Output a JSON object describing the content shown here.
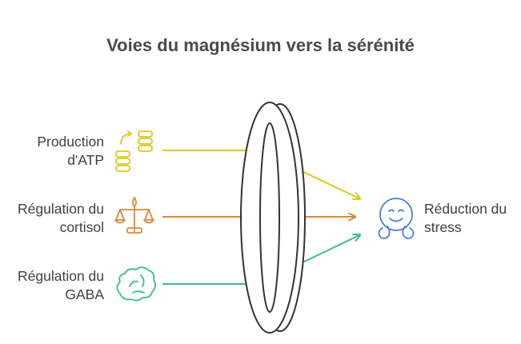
{
  "title": "Voies du magnésium vers la sérénité",
  "inputs": [
    {
      "line1": "Production",
      "line2": "d'ATP",
      "icon": "database-sync-icon",
      "color": "#d9c91e"
    },
    {
      "line1": "Régulation du",
      "line2": "cortisol",
      "icon": "balance-scale-icon",
      "color": "#d98a3a"
    },
    {
      "line1": "Régulation du",
      "line2": "GABA",
      "icon": "brain-icon",
      "color": "#3fbf7f"
    }
  ],
  "lens": {
    "icon": "lens-icon",
    "color": "#333333"
  },
  "output": {
    "line1": "Réduction du",
    "line2": "stress",
    "icon": "smiling-face-icon",
    "color": "#4a7fcf"
  }
}
